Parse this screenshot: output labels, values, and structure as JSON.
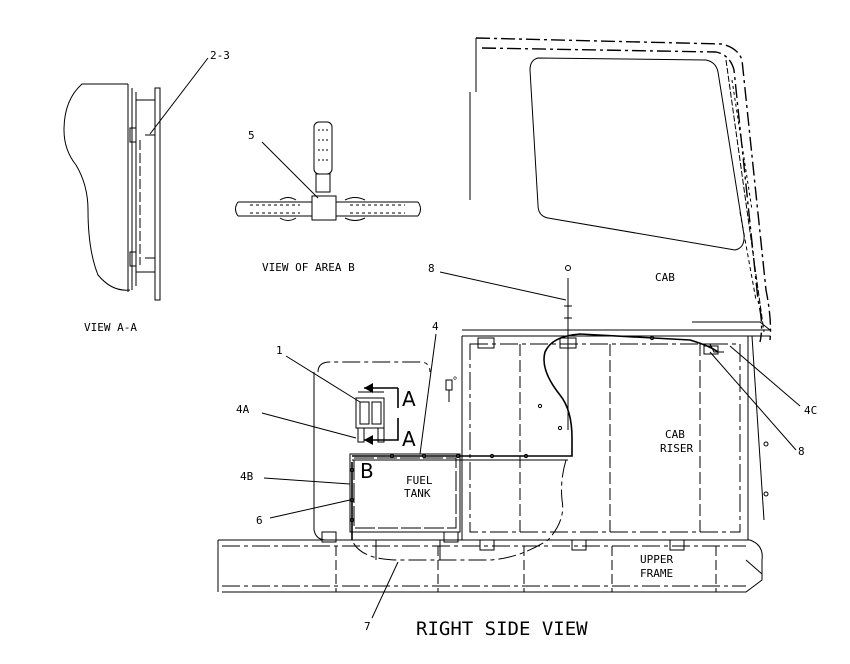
{
  "labels": {
    "callout_2_3": "2-3",
    "callout_5": "5",
    "view_area_b": "VIEW OF AREA B",
    "view_a_a": "VIEW A-A",
    "callout_8_top": "8",
    "cab": "CAB",
    "callout_4": "4",
    "callout_1": "1",
    "section_a_top": "A",
    "section_a_bottom": "A",
    "callout_4a": "4A",
    "section_b": "B",
    "callout_4b": "4B",
    "fuel_tank_line1": "FUEL",
    "fuel_tank_line2": "TANK",
    "callout_6": "6",
    "callout_4c": "4C",
    "cab_riser_line1": "CAB",
    "cab_riser_line2": "RISER",
    "callout_8_right": "8",
    "upper_frame_line1": "UPPER",
    "upper_frame_line2": "FRAME",
    "callout_7": "7",
    "right_side_view": "RIGHT SIDE VIEW"
  }
}
